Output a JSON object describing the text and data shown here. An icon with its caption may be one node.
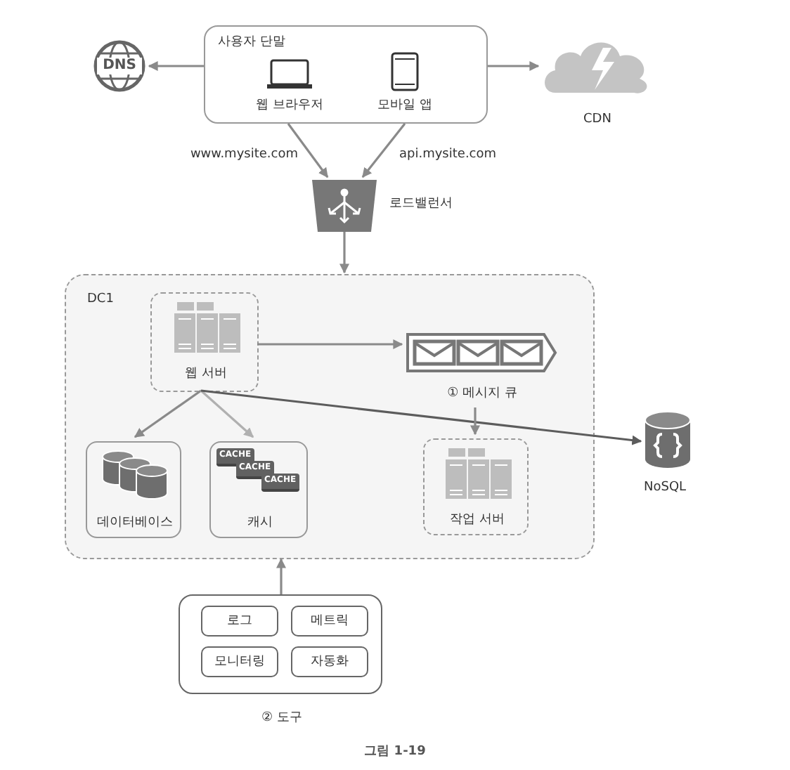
{
  "diagram": {
    "caption": "그림 1-19",
    "nodes": [
      {
        "text": [
          "사용자 단말"
        ]
      },
      {
        "text": [
          "웹 브라우저"
        ],
        "in": 0
      },
      {
        "text": [
          "모바일 앱"
        ],
        "in": 0
      },
      {
        "text": [
          "DNS"
        ]
      },
      {
        "text": [
          "CDN"
        ]
      },
      {
        "text": [
          "로드밸런서"
        ]
      },
      {
        "text": [
          "DC1"
        ]
      },
      {
        "text": [
          "웹 서버"
        ],
        "in": 6
      },
      {
        "text": [
          "① 메시지 큐"
        ],
        "in": 6
      },
      {
        "text": [
          "데이터베이스"
        ],
        "in": 6
      },
      {
        "text": [
          "CACHE",
          "CACHE",
          "CACHE",
          "캐시"
        ],
        "in": 6
      },
      {
        "text": [
          "작업 서버"
        ],
        "in": 6
      },
      {
        "text": [
          "NoSQL"
        ]
      },
      {
        "text": [
          "② 도구"
        ]
      },
      {
        "text": [
          "로그"
        ],
        "in": 13
      },
      {
        "text": [
          "메트릭"
        ],
        "in": 13
      },
      {
        "text": [
          "모니터링"
        ],
        "in": 13
      },
      {
        "text": [
          "자동화"
        ],
        "in": 13
      }
    ],
    "edges": [
      {
        "from": 0,
        "to": 3,
        "arrow": "to"
      },
      {
        "from": 0,
        "to": 4,
        "arrow": "to"
      },
      {
        "from": 1,
        "to": 5,
        "arrow": "to",
        "label": "www.mysite.com"
      },
      {
        "from": 2,
        "to": 5,
        "arrow": "to",
        "label": "api.mysite.com"
      },
      {
        "from": 5,
        "to": 6,
        "arrow": "to"
      },
      {
        "from": 7,
        "to": 8,
        "arrow": "to"
      },
      {
        "from": 7,
        "to": 9,
        "arrow": "to"
      },
      {
        "from": 7,
        "to": 10,
        "arrow": "to",
        "color": "#b0b0b0"
      },
      {
        "from": 7,
        "to": 12,
        "arrow": "to",
        "color": "#5c5c5c"
      },
      {
        "from": 8,
        "to": 11,
        "arrow": "to"
      },
      {
        "from": 13,
        "to": 6,
        "arrow": "to"
      }
    ]
  }
}
